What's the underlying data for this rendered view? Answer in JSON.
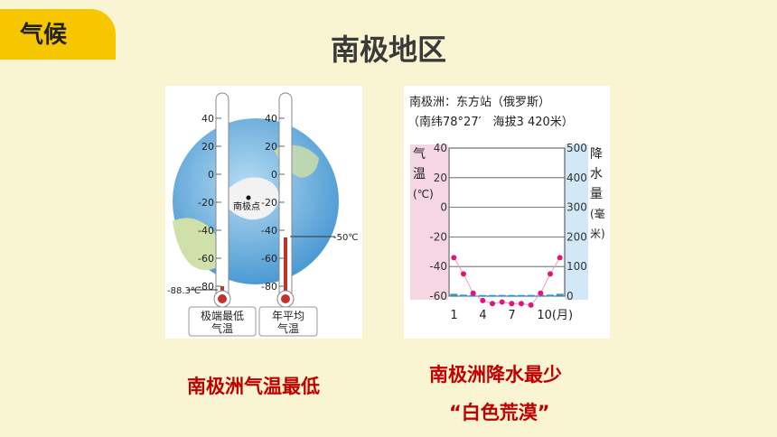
{
  "tag": "气候",
  "title": "南极地区",
  "left_panel": {
    "scale_labels": [
      "40",
      "20",
      "0",
      "-20",
      "-40",
      "-60",
      "-80"
    ],
    "pole_label": "南极点",
    "extreme_value": "-88.3℃",
    "average_value": "-50℃",
    "box1_line1": "极端最低",
    "box1_line2": "气温",
    "box2_line1": "年平均",
    "box2_line2": "气温"
  },
  "chart_title_line1": "南极洲：东方站（俄罗斯）",
  "chart_title_line2": "（南纬78°27′　海拔3 420米）",
  "chart_data": {
    "type": "line",
    "x": [
      1,
      2,
      3,
      4,
      5,
      6,
      7,
      8,
      9,
      10,
      11,
      12
    ],
    "x_ticks": [
      "1",
      "4",
      "7",
      "10(月)"
    ],
    "temperature": [
      -34,
      -45,
      -58,
      -63,
      -65,
      -64,
      -65,
      -65,
      -66,
      -58,
      -45,
      -34
    ],
    "precipitation": [
      5,
      2,
      1,
      1,
      1,
      1,
      1,
      1,
      1,
      1,
      2,
      5
    ],
    "ylim_temp": [
      -60,
      40
    ],
    "ylim_precip": [
      0,
      500
    ],
    "left_ticks": [
      "40",
      "20",
      "0",
      "-20",
      "-40",
      "-60"
    ],
    "right_ticks": [
      "500",
      "400",
      "300",
      "200",
      "100",
      "0"
    ],
    "left_axis_label": [
      "气",
      "温",
      "(℃)"
    ],
    "right_axis_label": [
      "降",
      "水",
      "量",
      "(毫",
      "米)"
    ],
    "temp_color": "#e0157a",
    "precip_color": "#2a9ad6"
  },
  "captions": {
    "left": "南极洲气温最低",
    "right_line1": "南极洲降水最少",
    "right_line2": "“白色荒漠”"
  }
}
